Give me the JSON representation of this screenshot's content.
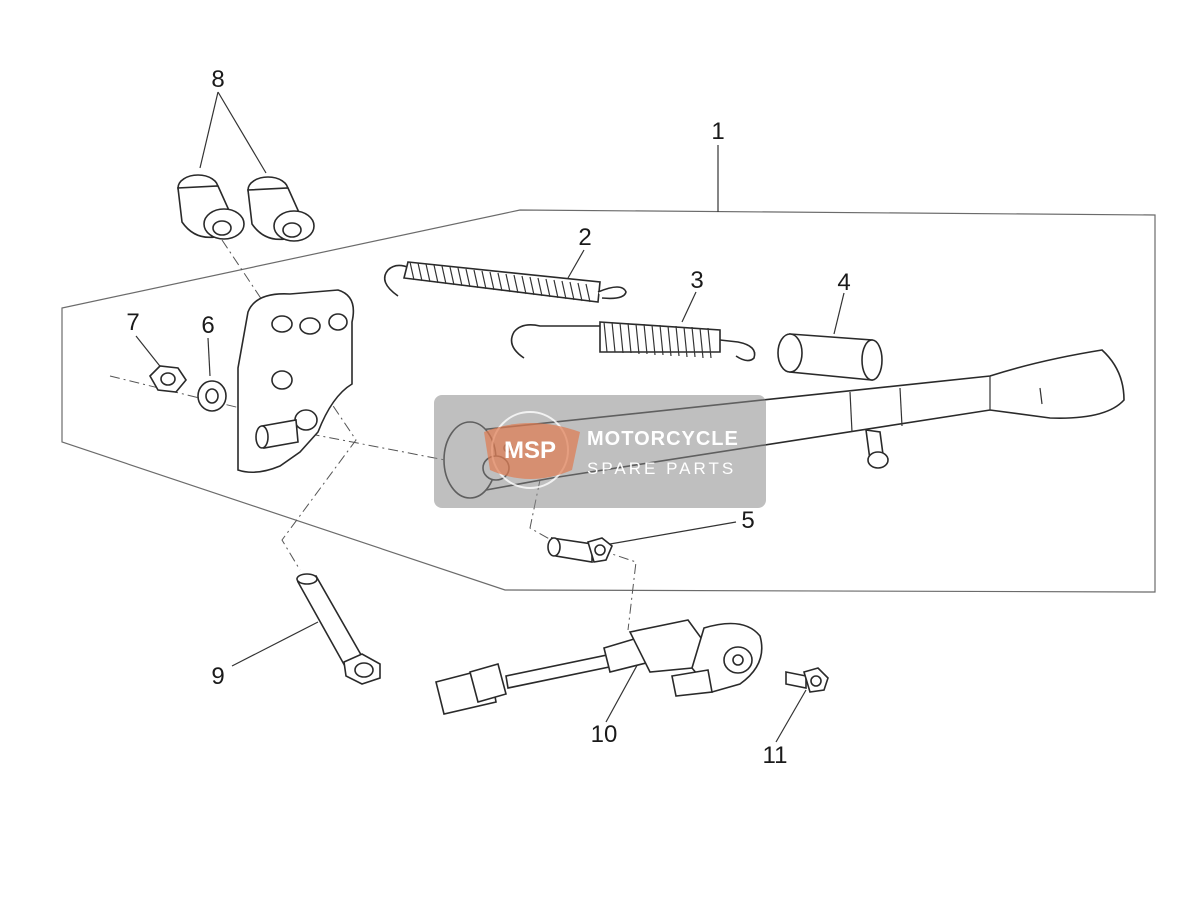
{
  "diagram": {
    "callouts": [
      {
        "id": "1",
        "label": "1"
      },
      {
        "id": "2",
        "label": "2"
      },
      {
        "id": "3",
        "label": "3"
      },
      {
        "id": "4",
        "label": "4"
      },
      {
        "id": "5",
        "label": "5"
      },
      {
        "id": "6",
        "label": "6"
      },
      {
        "id": "7",
        "label": "7"
      },
      {
        "id": "8",
        "label": "8"
      },
      {
        "id": "9",
        "label": "9"
      },
      {
        "id": "10",
        "label": "10"
      },
      {
        "id": "11",
        "label": "11"
      }
    ]
  },
  "watermark": {
    "logo_text": "MSP",
    "title": "MOTORCYCLE",
    "subtitle": "SPARE PARTS",
    "colors": {
      "panel": "#8a8a8a",
      "logo": "#e07a50"
    }
  }
}
